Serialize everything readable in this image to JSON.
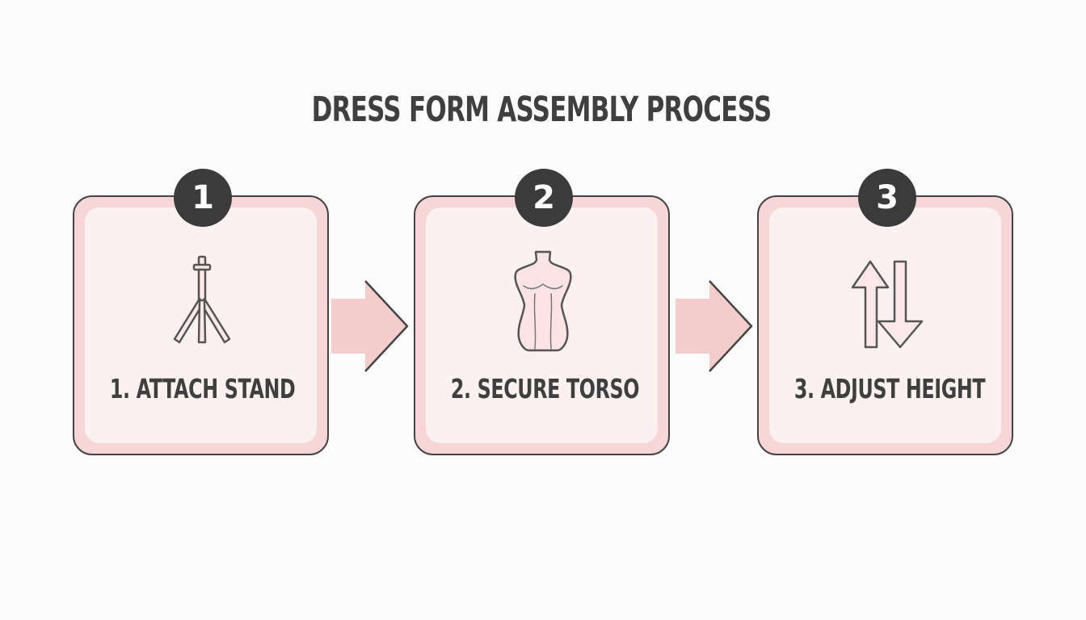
{
  "title": "DRESS FORM ASSEMBLY PROCESS",
  "steps": [
    {
      "number": "1",
      "label": "1. ATTACH STAND",
      "icon": "tripod-stand-icon"
    },
    {
      "number": "2",
      "label": "2. SECURE TORSO",
      "icon": "dress-form-torso-icon"
    },
    {
      "number": "3",
      "label": "3. ADJUST HEIGHT",
      "icon": "up-down-arrows-icon"
    }
  ],
  "colors": {
    "card_border_fill": "#f6d6d6",
    "card_inner_fill": "#fcf1f1",
    "outline": "#444444",
    "badge": "#3b3b3b",
    "arrow": "#f3cccc",
    "text": "#3f3f3f"
  }
}
